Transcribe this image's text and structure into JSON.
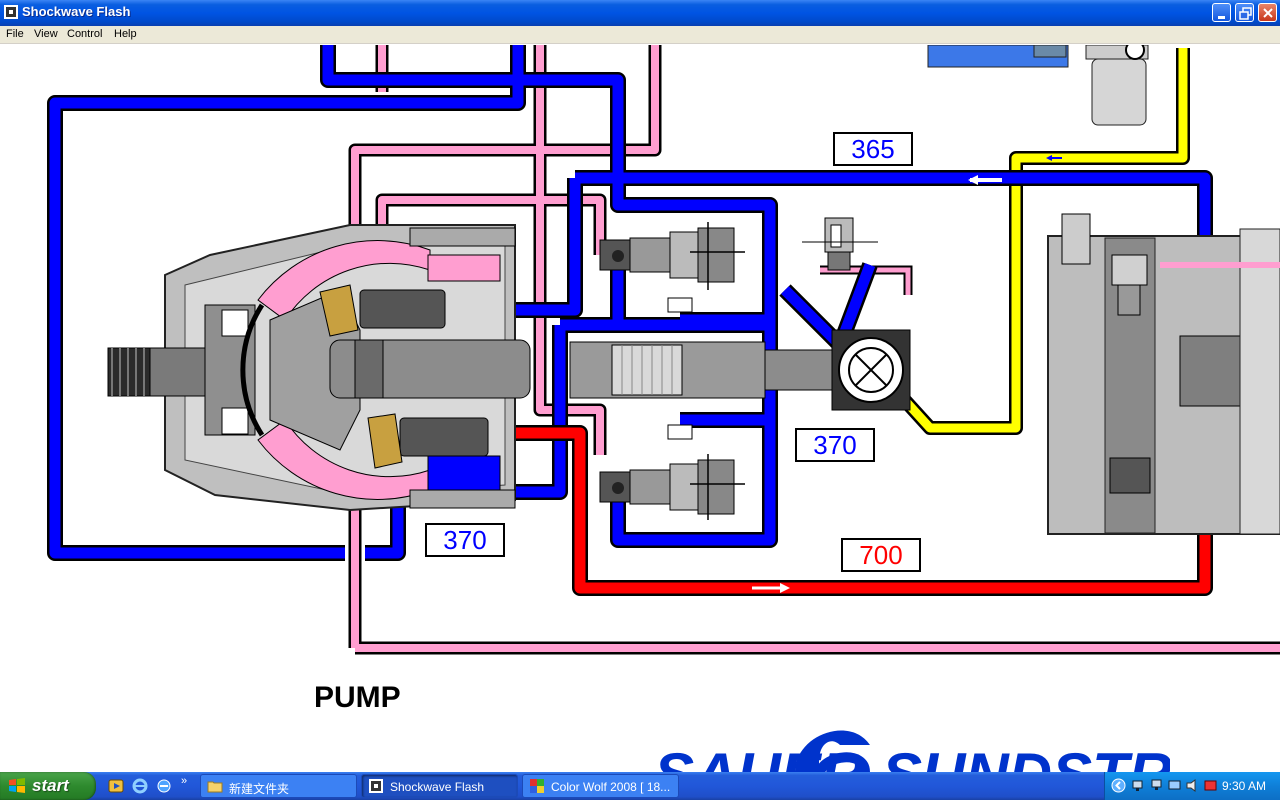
{
  "window": {
    "title": "Shockwave Flash",
    "icon": "shockwave-flash-icon"
  },
  "menu": [
    "File",
    "View",
    "Control",
    "Help"
  ],
  "diagram": {
    "pressure_labels": [
      {
        "id": "return",
        "value": "365",
        "color": "#0000ff"
      },
      {
        "id": "charge-upper",
        "value": "370",
        "color": "#0000ff"
      },
      {
        "id": "charge-lower",
        "value": "370",
        "color": "#0000ff"
      },
      {
        "id": "high",
        "value": "700",
        "color": "#ff0000"
      }
    ],
    "section_label": "PUMP",
    "brand_logo": "SAUER SUNDSTRAND",
    "line_colors": {
      "charge": "#0000ff",
      "high_pressure": "#ff0000",
      "case_drain": "#ff88c0",
      "servo": "#ffff00"
    }
  },
  "taskbar": {
    "start_label": "start",
    "quick_launch": [
      "media-player-icon",
      "ie-icon",
      "browser-icon"
    ],
    "tasks": [
      {
        "label": "新建文件夹",
        "icon": "folder-icon",
        "active": false
      },
      {
        "label": "Shockwave Flash",
        "icon": "shockwave-flash-icon",
        "active": true
      },
      {
        "label": "Color Wolf 2008 [ 18...",
        "icon": "color-wolf-icon",
        "active": false
      }
    ],
    "clock": "9:30 AM"
  }
}
